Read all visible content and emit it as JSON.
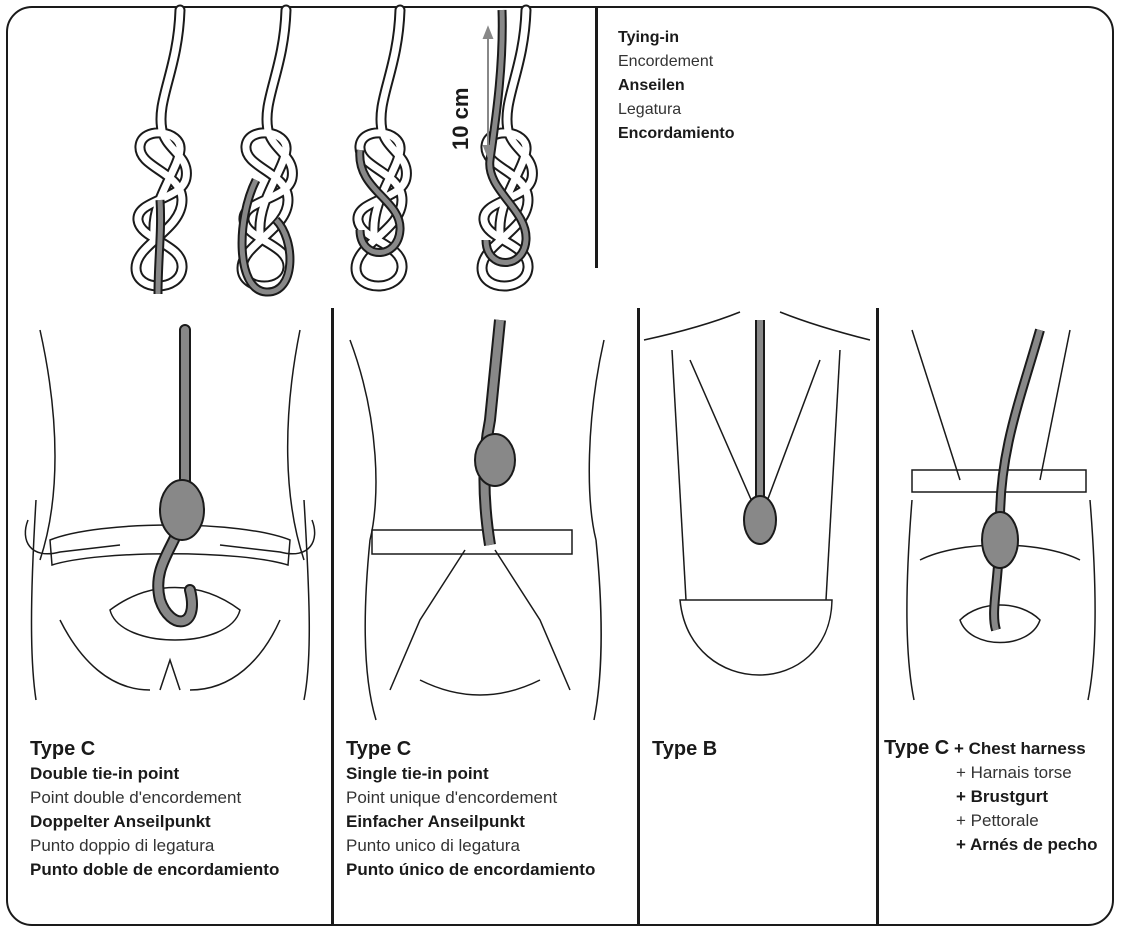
{
  "tying_in": {
    "en": "Tying-in",
    "fr": "Encordement",
    "de": "Anseilen",
    "it": "Legatura",
    "es": "Encordamiento"
  },
  "measure_label": "10 cm",
  "panels": [
    {
      "type": "Type C",
      "en": "Double tie-in point",
      "fr": "Point double d'encordement",
      "de": "Doppelter Anseilpunkt",
      "it": "Punto doppio di legatura",
      "es": "Punto doble de encordamiento"
    },
    {
      "type": "Type C",
      "en": "Single tie-in point",
      "fr": "Point unique d'encordement",
      "de": "Einfacher Anseilpunkt",
      "it": "Punto unico di legatura",
      "es": "Punto único de encordamiento"
    },
    {
      "type": "Type B"
    },
    {
      "type": "Type C",
      "en": "+ Chest harness",
      "fr": "+ Harnais torse",
      "de": "+ Brustgurt",
      "it": "+ Pettorale",
      "es": "+ Arnés de pecho"
    }
  ],
  "colors": {
    "ink": "#1a1a1a",
    "rope_dark": "#888888",
    "rope_light": "#ffffff"
  }
}
